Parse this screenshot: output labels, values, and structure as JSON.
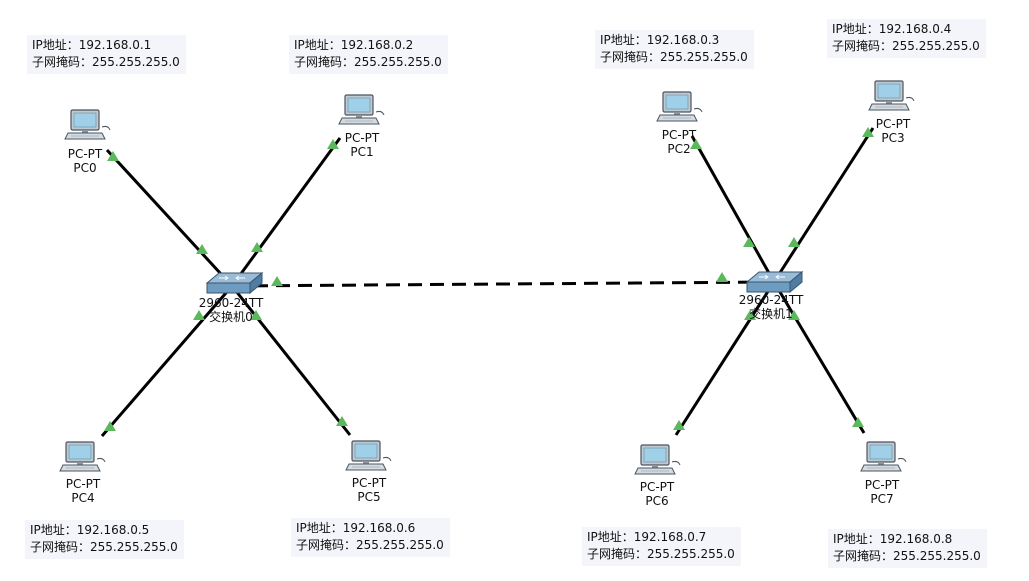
{
  "colors": {
    "link": "#000000",
    "port_up": "#5cb85c",
    "pc_screen": "#9fd0e8",
    "switch_body": "#6e9bc0"
  },
  "pcs": [
    {
      "id": "pc0",
      "type": "PC-PT",
      "name": "PC0"
    },
    {
      "id": "pc1",
      "type": "PC-PT",
      "name": "PC1"
    },
    {
      "id": "pc2",
      "type": "PC-PT",
      "name": "PC2"
    },
    {
      "id": "pc3",
      "type": "PC-PT",
      "name": "PC3"
    },
    {
      "id": "pc4",
      "type": "PC-PT",
      "name": "PC4"
    },
    {
      "id": "pc5",
      "type": "PC-PT",
      "name": "PC5"
    },
    {
      "id": "pc6",
      "type": "PC-PT",
      "name": "PC6"
    },
    {
      "id": "pc7",
      "type": "PC-PT",
      "name": "PC7"
    }
  ],
  "switches": [
    {
      "id": "sw0",
      "model": "2960-24TT",
      "name": "交换机0"
    },
    {
      "id": "sw1",
      "model": "2960-24TT",
      "name": "交换机1"
    }
  ],
  "notes": [
    {
      "for": "pc0",
      "ip": "IP地址：192.168.0.1",
      "mask": "子网掩码：255.255.255.0"
    },
    {
      "for": "pc1",
      "ip": "IP地址：192.168.0.2",
      "mask": "子网掩码：255.255.255.0"
    },
    {
      "for": "pc2",
      "ip": "IP地址：192.168.0.3",
      "mask": "子网掩码：255.255.255.0"
    },
    {
      "for": "pc3",
      "ip": "IP地址：192.168.0.4",
      "mask": "子网掩码：255.255.255.0"
    },
    {
      "for": "pc4",
      "ip": "IP地址：192.168.0.5",
      "mask": "子网掩码：255.255.255.0"
    },
    {
      "for": "pc5",
      "ip": "IP地址：192.168.0.6",
      "mask": "子网掩码：255.255.255.0"
    },
    {
      "for": "pc6",
      "ip": "IP地址：192.168.0.7",
      "mask": "子网掩码：255.255.255.0"
    },
    {
      "for": "pc7",
      "ip": "IP地址：192.168.0.8",
      "mask": "子网掩码：255.255.255.0"
    }
  ],
  "links": [
    {
      "from": "pc0",
      "to": "sw0",
      "style": "solid"
    },
    {
      "from": "pc1",
      "to": "sw0",
      "style": "solid"
    },
    {
      "from": "pc4",
      "to": "sw0",
      "style": "solid"
    },
    {
      "from": "pc5",
      "to": "sw0",
      "style": "solid"
    },
    {
      "from": "pc2",
      "to": "sw1",
      "style": "solid"
    },
    {
      "from": "pc3",
      "to": "sw1",
      "style": "solid"
    },
    {
      "from": "pc6",
      "to": "sw1",
      "style": "solid"
    },
    {
      "from": "pc7",
      "to": "sw1",
      "style": "solid"
    },
    {
      "from": "sw0",
      "to": "sw1",
      "style": "dashed"
    }
  ]
}
